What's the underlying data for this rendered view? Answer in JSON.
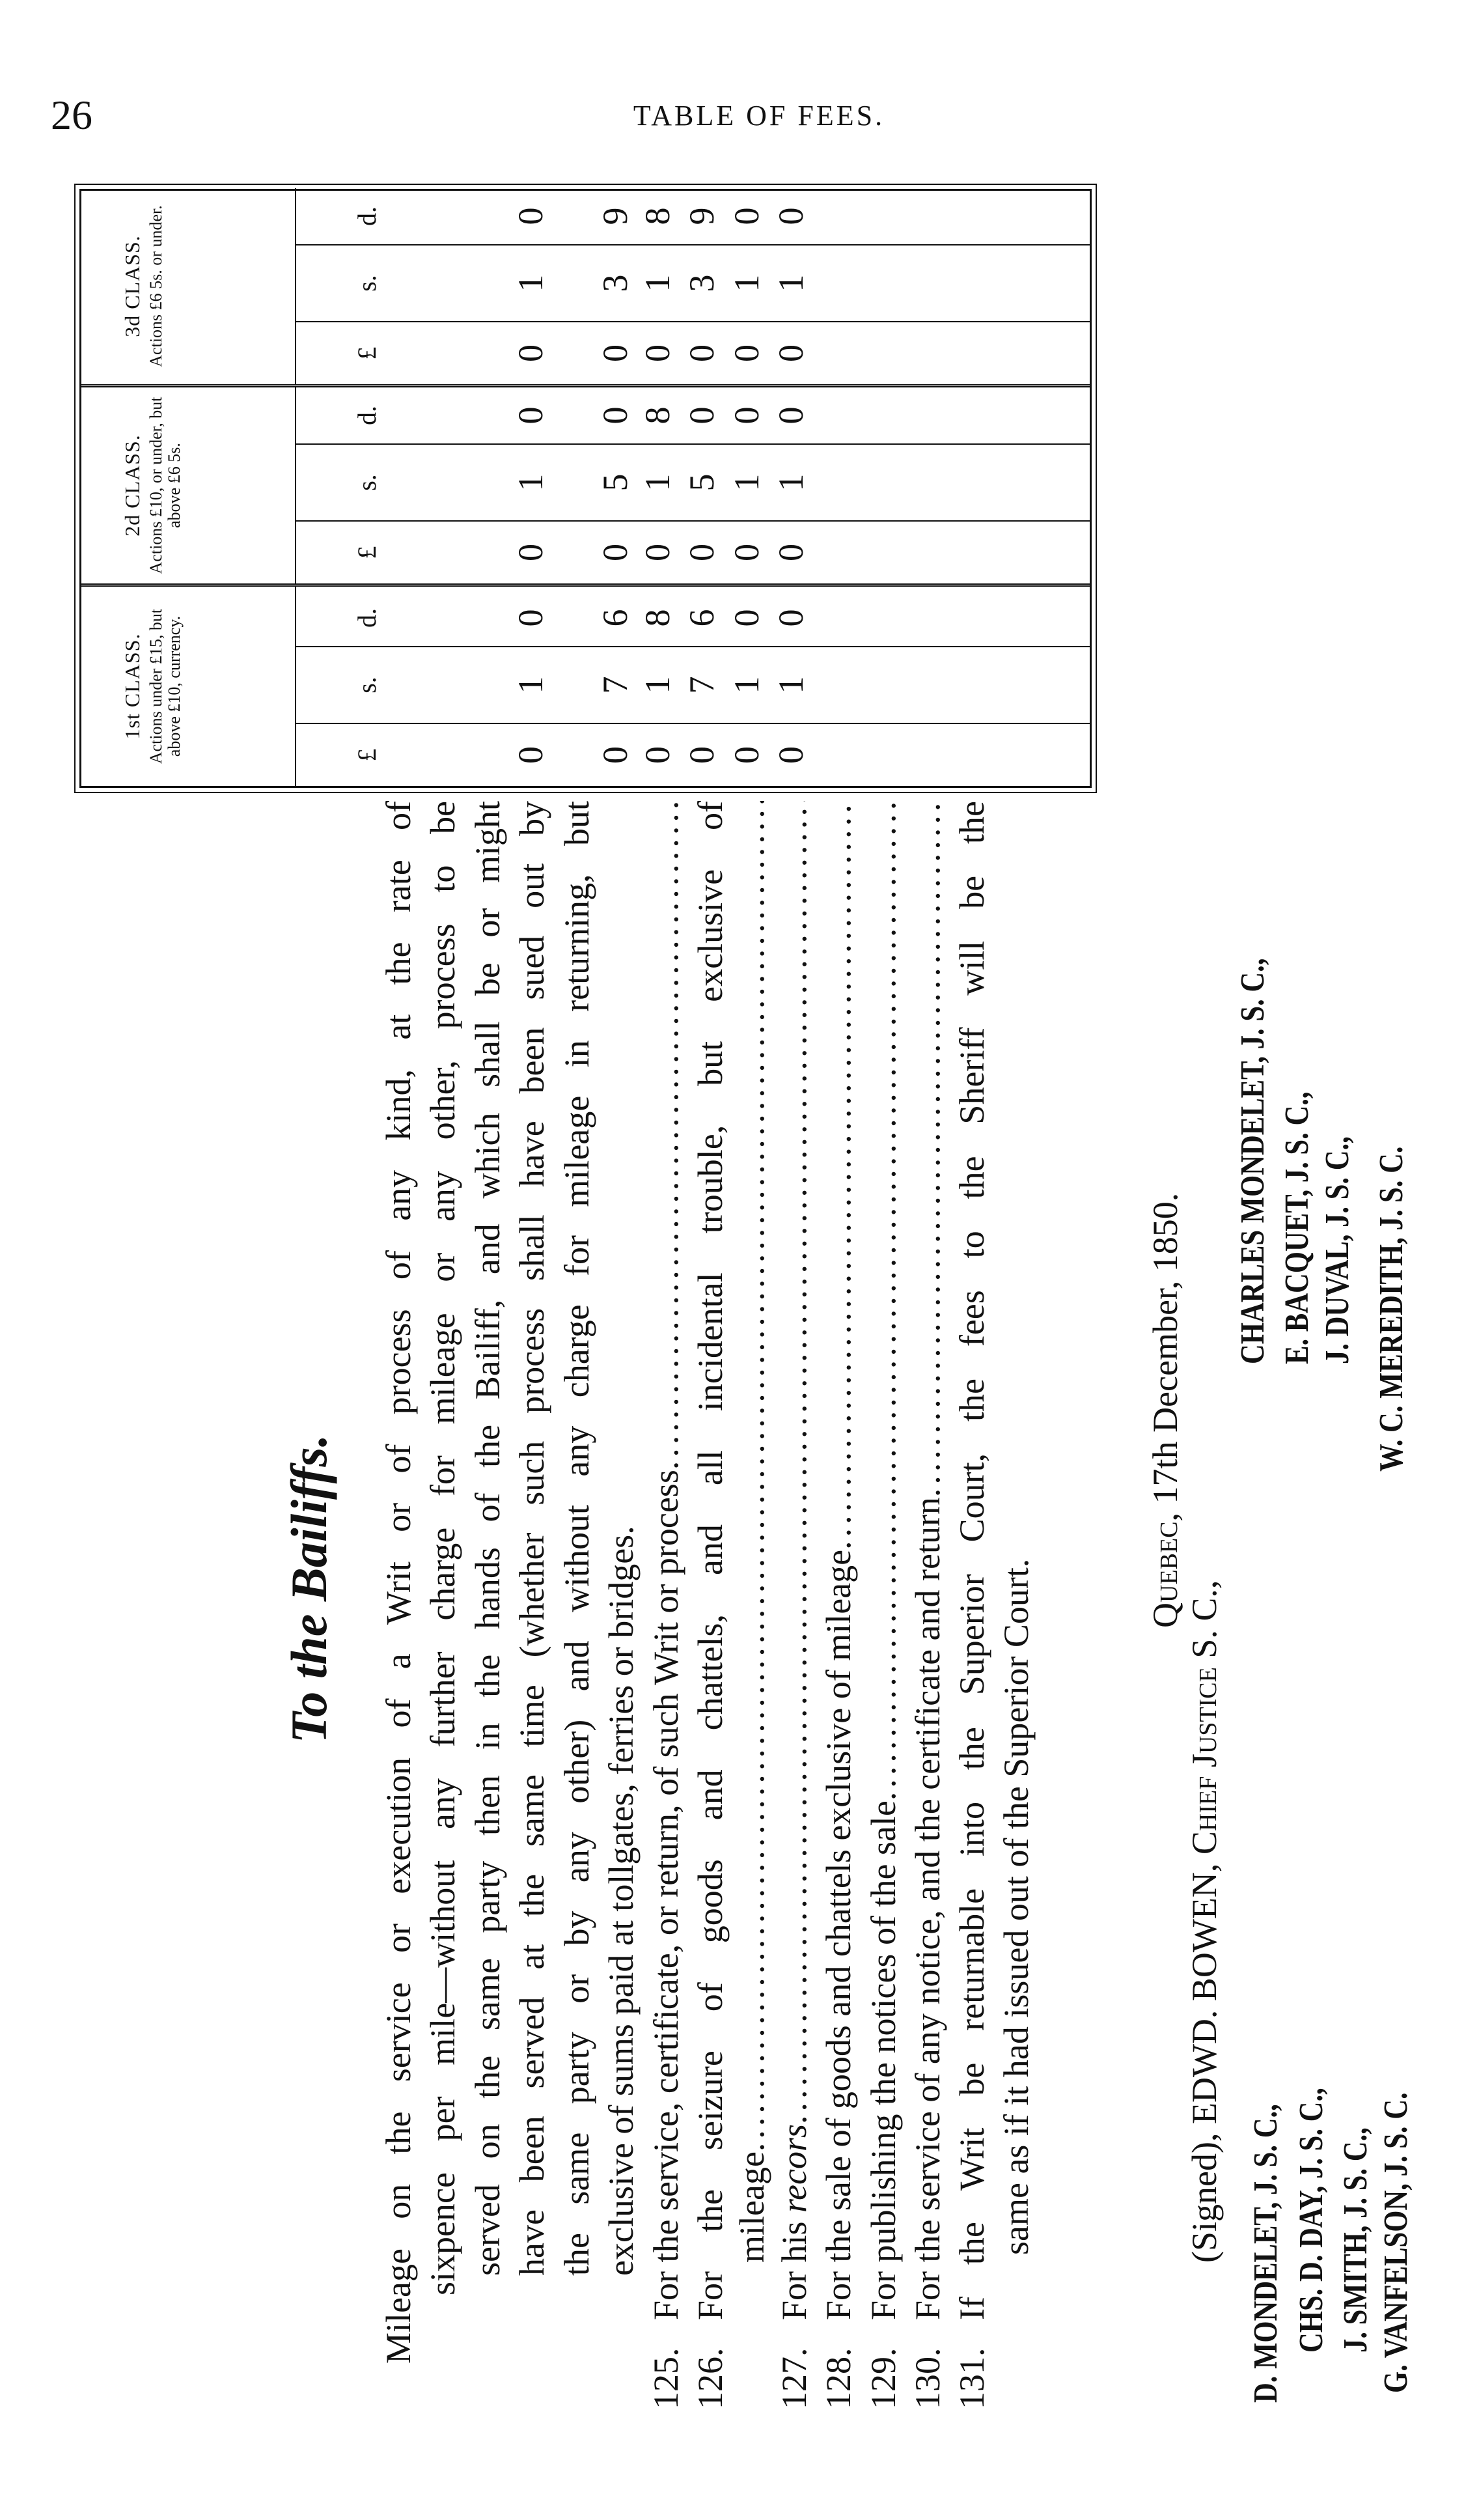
{
  "page_number": "26",
  "running_head": "TABLE OF FEES.",
  "section_title": "To the Bailiffs.",
  "mileage_paragraph": [
    "Mileage on the service or execution of a Writ or of process of any kind, at the rate of",
    "sixpence per mile—without any further charge for mileage or any other, process to be",
    "served on the same party then in the hands of the Bailiff, and which shall be or might",
    "have been served at the same time (whether such process shall have been sued out by",
    "the same party or by any other) and without any charge for mileage in returning, but",
    "exclusive of sums paid at tollgates, ferries or bridges."
  ],
  "items": [
    {
      "no": "125.",
      "lines": [
        "For the service, certificate, or return, of such Writ or process"
      ]
    },
    {
      "no": "126.",
      "lines": [
        "For the seizure of goods and chattels, and all incidental trouble, but exclusive of",
        "mileage"
      ]
    },
    {
      "no": "127.",
      "lines": [
        "For his ",
        "recors"
      ]
    },
    {
      "no": "128.",
      "lines": [
        "For the sale of goods and chattels exclusive of mileage"
      ]
    },
    {
      "no": "129.",
      "lines": [
        "For publishing the notices of the sale"
      ]
    },
    {
      "no": "130.",
      "lines": [
        "For the service of any notice, and the certificate and return"
      ]
    },
    {
      "no": "131.",
      "lines": [
        "If the Writ be returnable into the Superior Court, the fees to the Sheriff will be the",
        "same as if it had issued out of the Superior Court."
      ]
    }
  ],
  "leader_dots": "..................................................................................................................................................",
  "fee_table": {
    "unit_headers": [
      "£",
      "s.",
      "d."
    ],
    "classes": [
      {
        "name": "1st CLASS.",
        "description": "Actions under £15, but above £10, currency.",
        "rows": [
          [
            "0",
            "1",
            "0"
          ],
          [
            "0",
            "7",
            "6"
          ],
          [
            "0",
            "1",
            "8"
          ],
          [
            "0",
            "7",
            "6"
          ],
          [
            "0",
            "1",
            "0"
          ],
          [
            "0",
            "1",
            "0"
          ]
        ]
      },
      {
        "name": "2d CLASS.",
        "description": "Actions £10, or under, but above £6 5s.",
        "rows": [
          [
            "0",
            "1",
            "0"
          ],
          [
            "0",
            "5",
            "0"
          ],
          [
            "0",
            "1",
            "8"
          ],
          [
            "0",
            "5",
            "0"
          ],
          [
            "0",
            "1",
            "0"
          ],
          [
            "0",
            "1",
            "0"
          ]
        ]
      },
      {
        "name": "3d CLASS.",
        "description": "Actions £6 5s. or under.",
        "rows": [
          [
            "0",
            "1",
            "0"
          ],
          [
            "0",
            "3",
            "9"
          ],
          [
            "0",
            "1",
            "8"
          ],
          [
            "0",
            "3",
            "9"
          ],
          [
            "0",
            "1",
            "0"
          ],
          [
            "0",
            "1",
            "0"
          ]
        ]
      }
    ]
  },
  "date_line": {
    "place": "Quebec",
    "date": ", 17th December, 1850."
  },
  "signed_line": {
    "prefix": "(Signed), EDWD. BOWEN, ",
    "title": "Chief Justice",
    "suffix": " S. C.,"
  },
  "signatories_left": [
    "D. MONDELET, J. S. C.,",
    "CHS. D. DAY, J. S. C.,",
    "J. SMITH, J. S. C.,",
    "G. VANFELSON, J. S. C."
  ],
  "signatories_right": [
    "CHARLES MONDELET, J. S. C.,",
    "E. BACQUET, J. S. C.,",
    "J. DUVAL, J. S. C.,",
    "W. C. MEREDITH, J. S. C."
  ]
}
